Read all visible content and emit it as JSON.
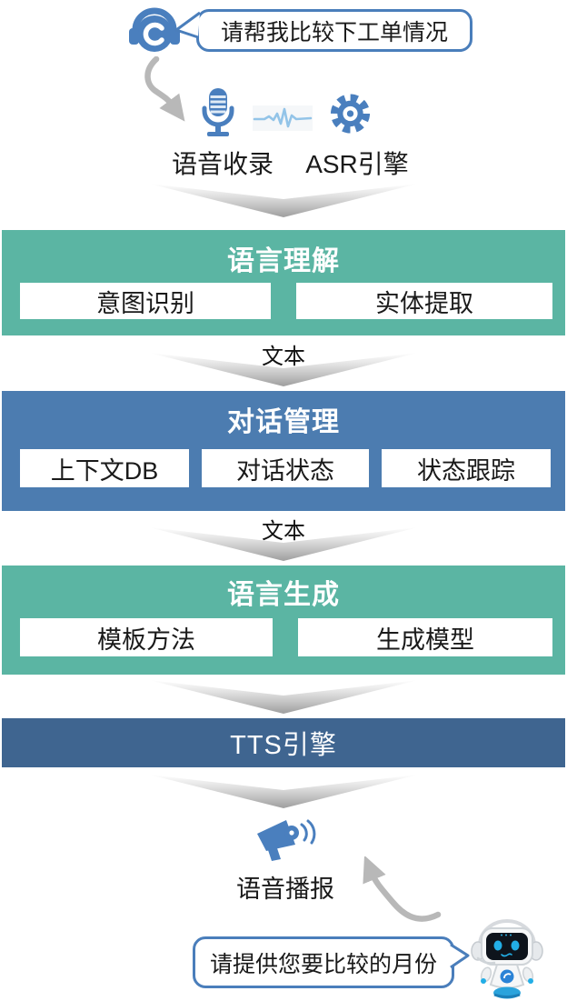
{
  "flow": {
    "user_bubble": {
      "text": "请帮我比较下工单情况"
    },
    "voice_capture": {
      "label": "语音收录"
    },
    "asr": {
      "label": "ASR引擎"
    },
    "nlu": {
      "title": "语言理解",
      "items": [
        "意图识别",
        "实体提取"
      ],
      "color": "#5BB5A3"
    },
    "arrow_text_1": {
      "label": "文本"
    },
    "dm": {
      "title": "对话管理",
      "items": [
        "上下文DB",
        "对话状态",
        "状态跟踪"
      ],
      "color": "#4C7CB0"
    },
    "arrow_text_2": {
      "label": "文本"
    },
    "nlg": {
      "title": "语言生成",
      "items": [
        "模板方法",
        "生成模型"
      ],
      "color": "#5BB5A3"
    },
    "tts": {
      "title": "TTS引擎",
      "color": "#3F6590"
    },
    "broadcast": {
      "label": "语音播报"
    },
    "bot_bubble": {
      "text": "请提供您要比较的月份"
    }
  },
  "icons": {
    "agent": "headset-agent-icon",
    "microphone": "microphone-icon",
    "waveform": "audio-waveform-icon",
    "gear": "gear-icon",
    "megaphone": "megaphone-icon",
    "robot": "robot-icon",
    "down_arrow": "chevron-down-arrow",
    "curved_arrow": "curved-arrow"
  },
  "colors": {
    "teal_block": "#5BB5A3",
    "blue_block": "#4C7CB0",
    "dark_blue_block": "#3F6590",
    "icon_blue": "#4A7FBE",
    "bubble_border": "#4A7EBB",
    "arrow_gray": "#B5B5B5"
  }
}
